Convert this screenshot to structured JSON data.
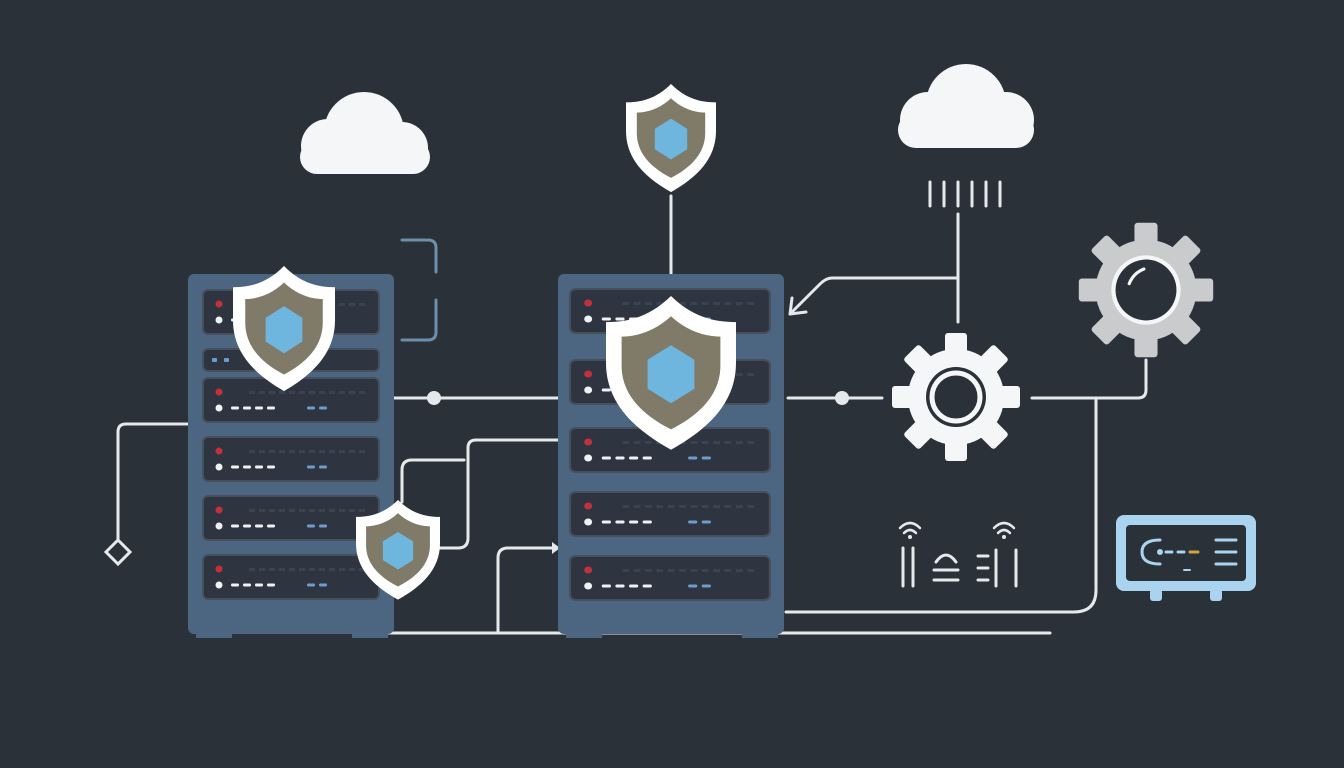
{
  "colors": {
    "background": "#2b3139",
    "rack": "#4c6682",
    "rack_dark": "#3f5670",
    "slot": "#2f3540",
    "slot_border": "#46505c",
    "led_red": "#c2303a",
    "led_white": "#eef2f5",
    "led_blue": "#6d9ccf",
    "line": "#e6e9ec",
    "shield_outline": "#ffffff",
    "shield_fill": "#807a69",
    "shield_core": "#6fb6de",
    "cloud": "#f4f6f8",
    "gear_white": "#f4f6f8",
    "gear_gray": "#c9cbcd",
    "monitor": "#a9d3ef",
    "monitor_accent": "#c9a640",
    "bracket": "#6f8ea9"
  },
  "icons": {
    "cloud": "cloud-icon",
    "shield": "security-shield-icon",
    "gear": "gear-icon",
    "server": "server-rack-icon",
    "wifi": "wifi-signal-icon",
    "monitor": "monitor-icon",
    "node": "diamond-node-icon"
  },
  "diagram": {
    "server_racks": [
      {
        "name": "left-server-rack",
        "units": 5
      },
      {
        "name": "center-server-rack",
        "units": 5
      }
    ],
    "shields": 4,
    "clouds": 2,
    "gears": 2,
    "monitors": 1
  }
}
